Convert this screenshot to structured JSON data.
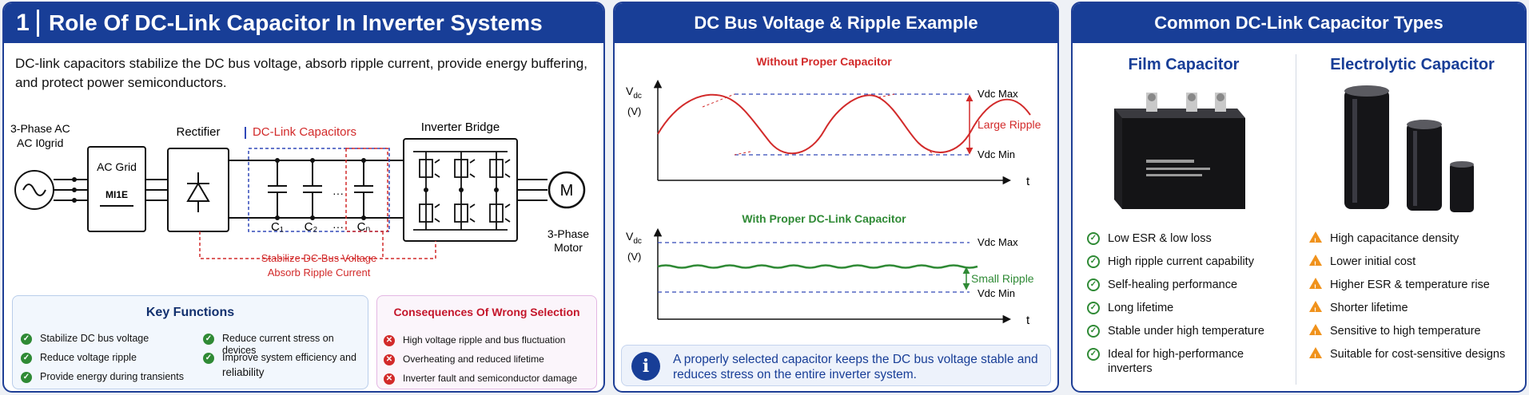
{
  "panel1": {
    "number": "1",
    "title": "Role Of DC-Link Capacitor In Inverter Systems",
    "intro": "DC-link capacitors stabilize the DC bus voltage, absorb ripple current, provide energy buffering, and protect power semiconductors.",
    "diagram": {
      "source_label_1": "3-Phase AC",
      "source_label_2": "AC I0grid",
      "ac_grid_label": "AC Grid",
      "ac_grid_sub": "MI1E",
      "rectifier_label": "Rectifier",
      "dclink_label": "DC-Link Capacitors",
      "inverter_label": "Inverter Bridge",
      "cap_labels": [
        "C₁",
        "C₂",
        "Cₙ"
      ],
      "cap_dots": "···",
      "stabilize_label": "Stabilize DC Bus Voltage",
      "absorb_label": "Absorb Ripple Current",
      "motor_symbol": "M",
      "motor_label_1": "3-Phase",
      "motor_label_2": "Motor"
    },
    "key_functions": {
      "title": "Key Functions",
      "items": [
        "Stabilize DC bus voltage",
        "Reduce voltage ripple",
        "Provide energy during transients",
        "Reduce current stress on devices",
        "Improve system efficiency and",
        "reliability"
      ]
    },
    "consequences": {
      "title": "Consequences Of Wrong Selection",
      "items": [
        "High voltage ripple and bus fluctuation",
        "Overheating and reduced lifetime",
        "Inverter fault and semiconductor damage"
      ]
    }
  },
  "panel2": {
    "title": "DC Bus Voltage & Ripple Example",
    "top_chart": {
      "title": "Without Proper Capacitor",
      "ylabel_main": "V",
      "ylabel_sub": "dc",
      "ylabel_unit": "(V)",
      "xlabel": "t",
      "max_label": "Vdc Max",
      "min_label": "Vdc Min",
      "ripple_label": "Large Ripple"
    },
    "bottom_chart": {
      "title": "With Proper DC-Link Capacitor",
      "ylabel_main": "V",
      "ylabel_sub": "dc",
      "ylabel_unit": "(V)",
      "xlabel": "t",
      "max_label": "Vdc Max",
      "min_label": "Vdc Min",
      "ripple_label": "Small Ripple"
    },
    "info": {
      "icon": "i",
      "text": "A properly selected capacitor keeps the DC bus voltage stable and reduces stress on the entire inverter system."
    }
  },
  "panel3": {
    "title": "Common DC-Link Capacitor Types",
    "film": {
      "title": "Film Capacitor",
      "items": [
        "Low ESR & low loss",
        "High ripple current capability",
        "Self-healing performance",
        "Long lifetime",
        "Stable under high temperature",
        "Ideal for high-performance inverters"
      ]
    },
    "electrolytic": {
      "title": "Electrolytic Capacitor",
      "items": [
        "High capacitance density",
        "Lower initial cost",
        "Higher ESR & temperature rise",
        "Shorter lifetime",
        "Sensitive to high temperature",
        "Suitable for cost-sensitive designs"
      ]
    }
  },
  "colors": {
    "header": "#183e97",
    "red": "#d22a2a",
    "green": "#2f8a35",
    "warning": "#f0921c"
  }
}
